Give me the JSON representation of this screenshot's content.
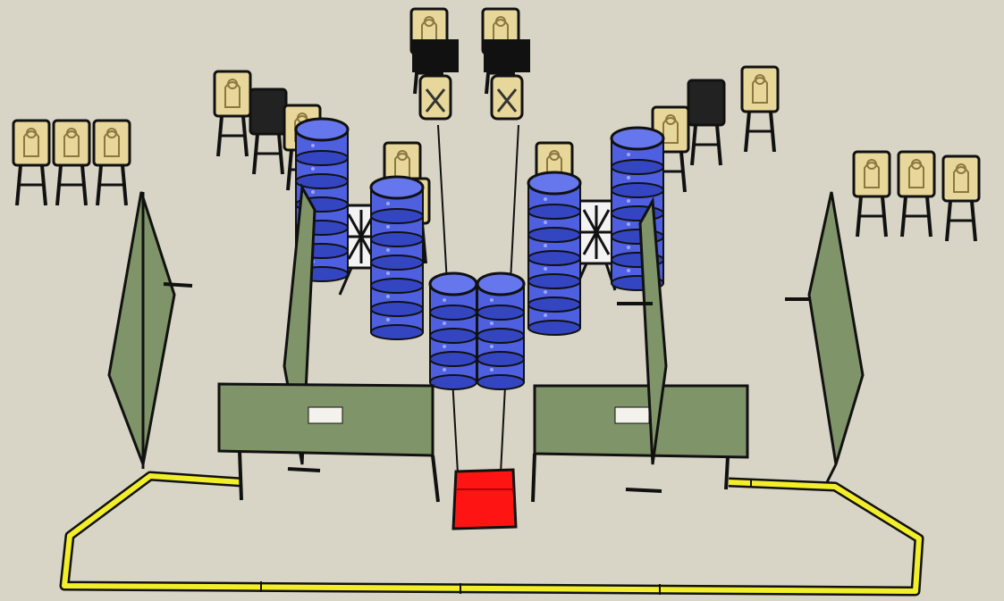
{
  "scene": {
    "colors": {
      "background": "#d8d5c6",
      "wall": "#7f9468",
      "wall_dark": "#687c55",
      "barrel": "#4e5fe0",
      "barrel_dark": "#3445c2",
      "target": "#e8d79a",
      "fault_line": "#f2ef2a",
      "start_box": "#ff1414",
      "outline": "#111111"
    },
    "elements": {
      "target_stands": 17,
      "no_shoot_targets": 4,
      "barrel_stacks": 6,
      "wall_panels": 6,
      "port_openings": 2,
      "start_box": 1
    },
    "icons": {
      "paper_target": "silhouette-target-icon",
      "no_shoot": "no-shoot-target-icon",
      "barrel": "barrel-icon",
      "wall": "wall-panel-icon",
      "start": "start-box-icon",
      "fault_line": "fault-line-icon"
    }
  }
}
